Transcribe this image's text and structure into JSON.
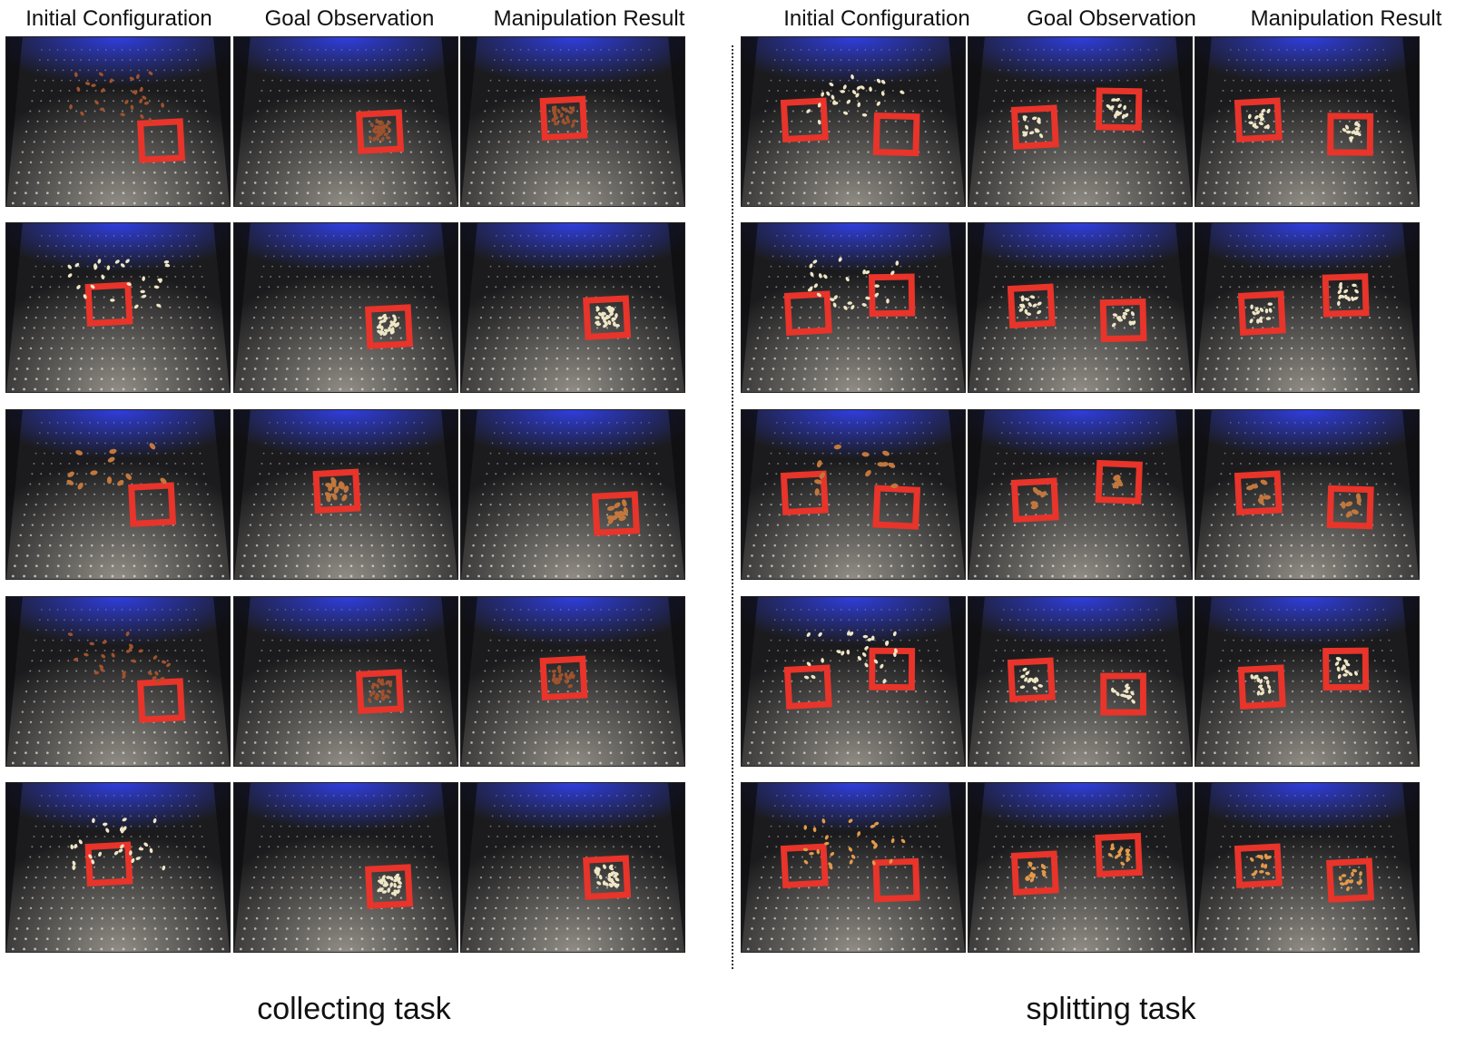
{
  "column_headers": [
    "Initial Configuration",
    "Goal Observation",
    "Manipulation Result"
  ],
  "left_task": {
    "label": "collecting task",
    "rows": [
      {
        "pile": "brown-small",
        "target_boxes": 1
      },
      {
        "pile": "white",
        "target_boxes": 1
      },
      {
        "pile": "almond",
        "target_boxes": 1
      },
      {
        "pile": "brown-small",
        "target_boxes": 1
      },
      {
        "pile": "white",
        "target_boxes": 1
      }
    ]
  },
  "right_task": {
    "label": "splitting task",
    "rows": [
      {
        "pile": "white",
        "target_boxes": 2
      },
      {
        "pile": "white",
        "target_boxes": 2
      },
      {
        "pile": "almond",
        "target_boxes": 2
      },
      {
        "pile": "white",
        "target_boxes": 2
      },
      {
        "pile": "orange",
        "target_boxes": 2
      }
    ]
  },
  "colors": {
    "tape": "#e8342a",
    "board": "#1b1b1d",
    "light": "#3344ff",
    "hole": "#d8d8d8",
    "bean_white": "#efe6c6",
    "bean_brown": "#a0522d",
    "bean_almond": "#c2773d",
    "bean_orange": "#e39a4a"
  }
}
